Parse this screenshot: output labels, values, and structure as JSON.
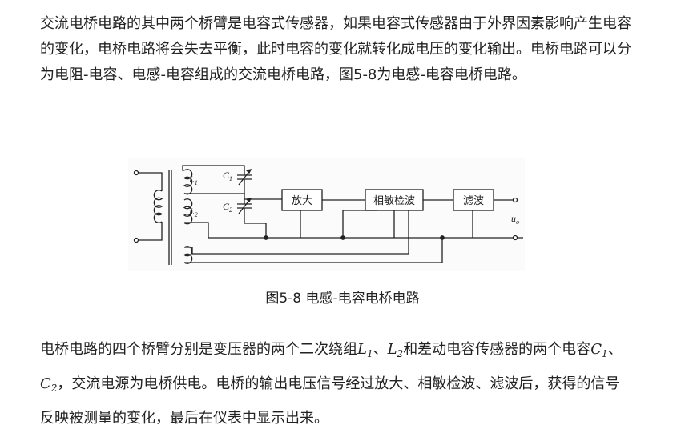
{
  "paragraph1": "交流电桥电路的其中两个桥臂是电容式传感器，如果电容式传感器由于外界因素影响产生电容的变化，电桥电路将会失去平衡，此时电容的变化就转化成电压的变化输出。电桥电路可以分为电阻-电容、电感-电容组成的交流电桥电路，图5-8为电感-电容电桥电路。",
  "figure": {
    "labels": {
      "L1": "L",
      "L1_sub": "1",
      "L2": "L",
      "L2_sub": "2",
      "C1": "C",
      "C1_sub": "1",
      "C2": "C",
      "C2_sub": "2",
      "amp": "放大",
      "psd": "相敏检波",
      "filter": "滤波",
      "uo": "u",
      "uo_sub": "o"
    }
  },
  "caption": "图5-8 电感-电容电桥电路",
  "paragraph2": {
    "text_a": "电桥电路的四个桥臂分别是变压器的两个二次绕组",
    "L1": "L",
    "L1_sub": "1",
    "sep1": "、",
    "L2": "L",
    "L2_sub": "2",
    "text_b": "和差动电容传感器的两个电容",
    "C1": "C",
    "C1_sub": "1",
    "sep2": "、",
    "C2": "C",
    "C2_sub": "2",
    "text_c": "，交流电源为电桥供电。电桥的输出电压信号经过放大、相敏检波、滤波后，获得的信号反映被测量的变化，最后在仪表中显示出来。"
  }
}
